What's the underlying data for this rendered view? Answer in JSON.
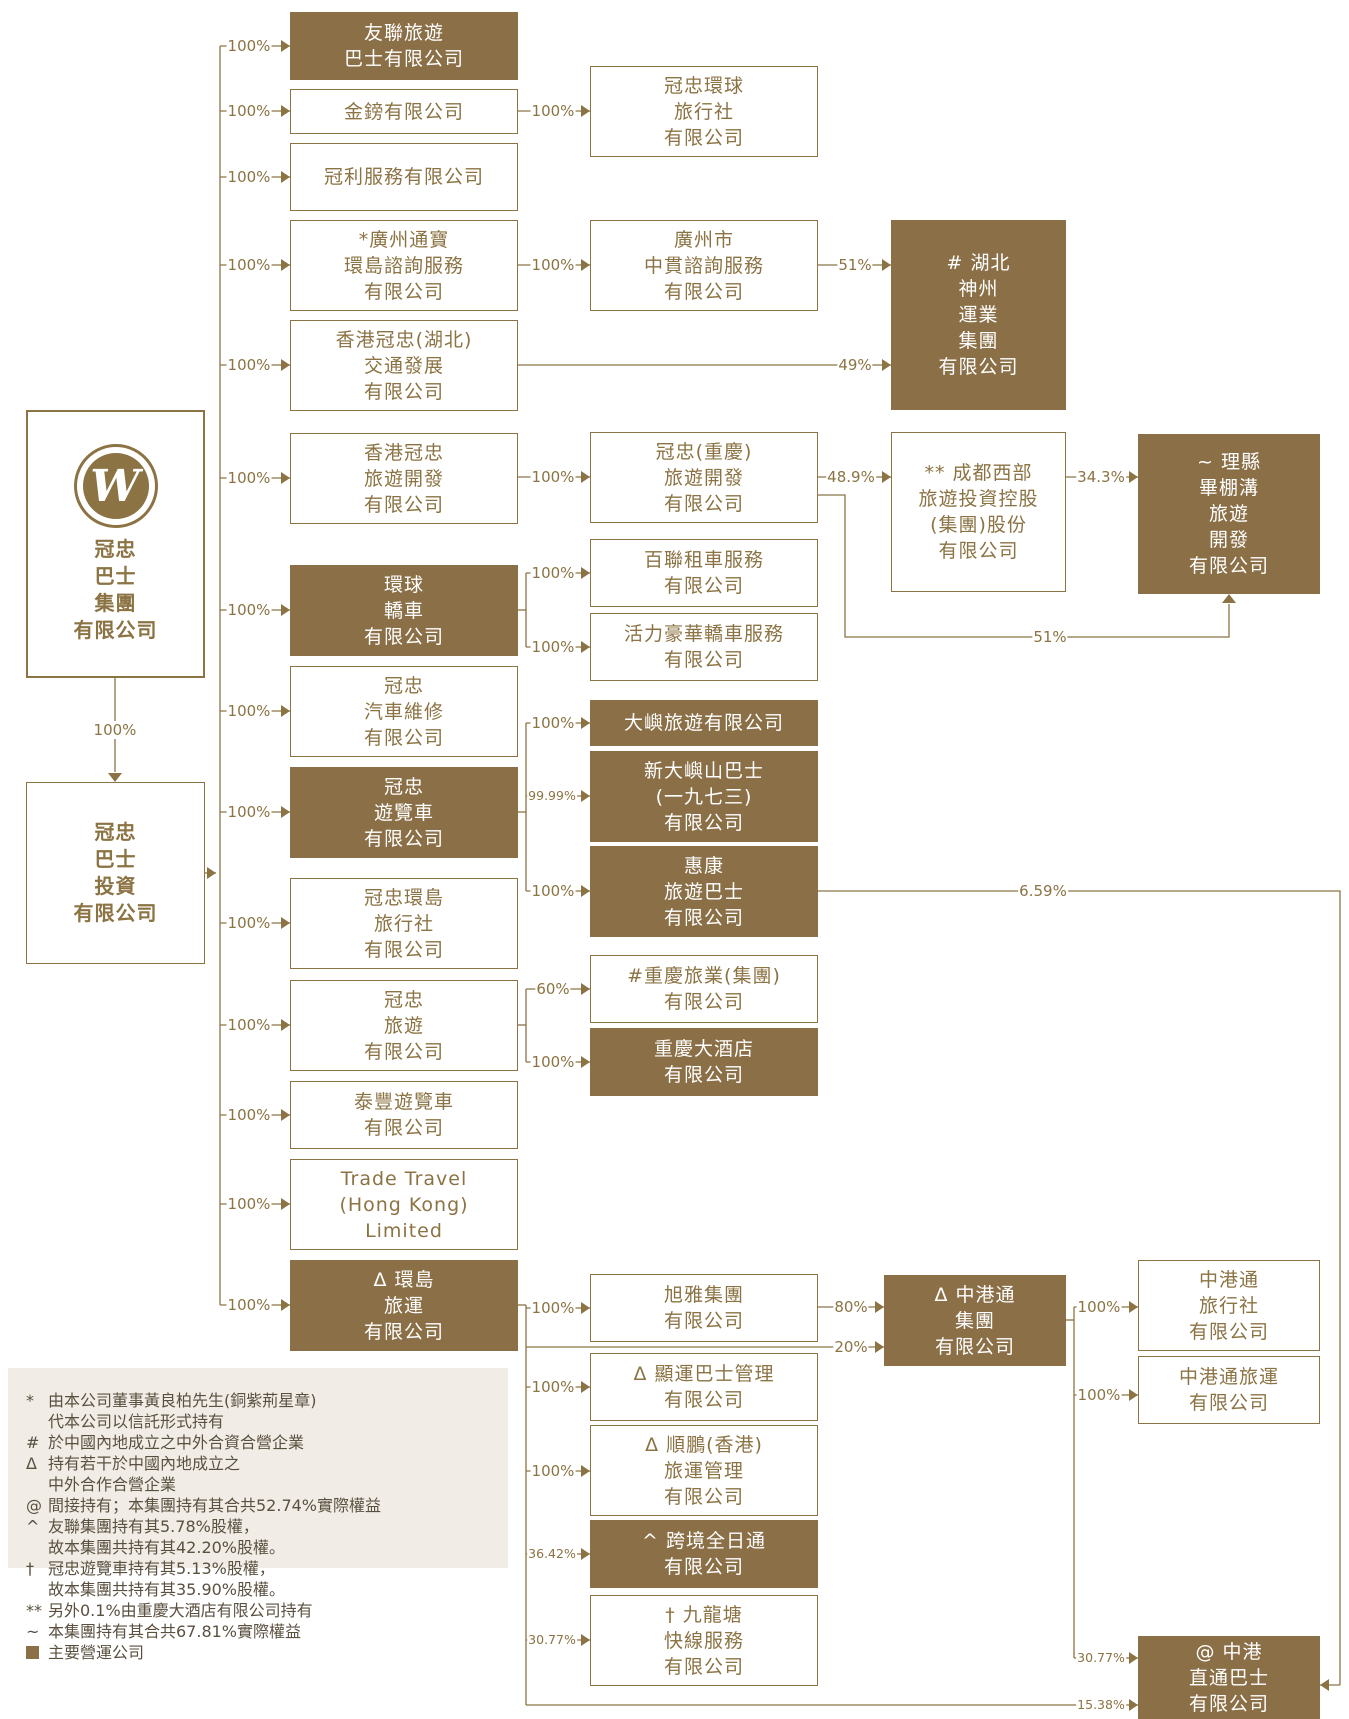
{
  "colors": {
    "accent": "#8b7343",
    "filled_box": "#8b6f47",
    "legend_bg": "#f1ede6"
  },
  "logo": {
    "icon": "w-logo-icon",
    "letter": "W"
  },
  "root": {
    "name": "冠忠\n巴士\n集團\n有限公司"
  },
  "root_to_invest_pct": "100%",
  "investment": {
    "name": "冠忠\n巴士\n投資\n有限公司"
  },
  "companies": {
    "yau_luen": "友聯旅遊\n巴士有限公司",
    "gold_pound": "金鎊有限公司",
    "kwoon_lee": "冠利服務有限公司",
    "guangzhou_tongbao": "*廣州通寶\n環島諮詢服務\n有限公司",
    "hk_kc_hubei": "香港冠忠(湖北)\n交通發展\n有限公司",
    "hk_kc_travel_dev": "香港冠忠\n旅遊開發\n有限公司",
    "global_limo": "環球\n轎車\n有限公司",
    "kc_motor_repair": "冠忠\n汽車維修\n有限公司",
    "kc_coach": "冠忠\n遊覽車\n有限公司",
    "kc_global_travel": "冠忠環島\n旅行社\n有限公司",
    "kc_travel": "冠忠\n旅遊\n有限公司",
    "tai_fung": "泰豐遊覽車\n有限公司",
    "trade_travel": "Trade Travel\n(Hong Kong)\nLimited",
    "global_transport": "Δ 環島\n旅運\n有限公司",
    "kc_global_agency": "冠忠環球\n旅行社\n有限公司",
    "gz_zhongguan": "廣州市\n中貫諮詢服務\n有限公司",
    "chongqing_dev": "冠忠(重慶)\n旅遊開發\n有限公司",
    "baak_luen": "百聯租車服務\n有限公司",
    "vigor_limo": "活力豪華轎車服務\n有限公司",
    "tai_yue": "大嶼旅遊有限公司",
    "new_lantao": "新大嶼山巴士\n(一九七三)\n有限公司",
    "wai_hong": "惠康\n旅遊巴士\n有限公司",
    "chongqing_travel": "#重慶旅業(集團)\n有限公司",
    "chongqing_hotel": "重慶大酒店\n有限公司",
    "xuya": "旭雅集團\n有限公司",
    "xianyun": "Δ 顯運巴士管理\n有限公司",
    "shunpeng": "Δ 順鵬(香港)\n旅運管理\n有限公司",
    "cross_border": "^ 跨境全日通\n有限公司",
    "kowloon_tong": "† 九龍塘\n快線服務\n有限公司",
    "hubei_shenzhou": "# 湖北\n神州\n運業\n集團\n有限公司",
    "chengdu": "** 成都西部\n旅遊投資控股\n(集團)股份\n有限公司",
    "bipengou": "~ 理縣\n畢棚溝\n旅遊\n開發\n有限公司",
    "zhonggangtong": "Δ 中港通\n集團\n有限公司",
    "zgt_travel": "中港通\n旅行社\n有限公司",
    "zgt_transport": "中港通旅運\n有限公司",
    "zgt_bus": "@ 中港\n直通巴士\n有限公司"
  },
  "percentages": {
    "yau_luen": "100%",
    "gold_pound": "100%",
    "kwoon_lee": "100%",
    "guangzhou_tongbao": "100%",
    "hk_kc_hubei": "100%",
    "hk_kc_travel_dev": "100%",
    "global_limo": "100%",
    "kc_motor_repair": "100%",
    "kc_coach": "100%",
    "kc_global_travel": "100%",
    "kc_travel": "100%",
    "tai_fung": "100%",
    "trade_travel": "100%",
    "global_transport": "100%",
    "kc_global_agency": "100%",
    "gz_zhongguan": "100%",
    "hubei_51": "51%",
    "hubei_49": "49%",
    "chongqing_dev": "100%",
    "chengdu": "48.9%",
    "bipengou_343": "34.3%",
    "bipengou_51": "51%",
    "baak_luen": "100%",
    "vigor_limo": "100%",
    "tai_yue": "100%",
    "new_lantao": "99.99%",
    "wai_hong": "100%",
    "wai_hong_zgt": "6.59%",
    "chongqing_travel": "60%",
    "chongqing_hotel": "100%",
    "xuya": "100%",
    "xianyun": "100%",
    "shunpeng": "100%",
    "cross_border": "36.42%",
    "kowloon_tong": "30.77%",
    "zgt_80": "80%",
    "zgt_20": "20%",
    "zgt_travel": "100%",
    "zgt_transport": "100%",
    "zgt_bus_3077": "30.77%",
    "zgt_bus_1538": "15.38%"
  },
  "legend": [
    {
      "symbol": "*",
      "text": "由本公司董事黃良柏先生(銅紫荊星章)\n代本公司以信託形式持有"
    },
    {
      "symbol": "#",
      "text": "於中國內地成立之中外合資合營企業"
    },
    {
      "symbol": "Δ",
      "text": "持有若干於中國內地成立之\n中外合作合營企業"
    },
    {
      "symbol": "@",
      "text": "間接持有；本集團持有其合共52.74%實際權益"
    },
    {
      "symbol": "^",
      "text": "友聯集團持有其5.78%股權，\n故本集團共持有其42.20%股權。"
    },
    {
      "symbol": "†",
      "text": "冠忠遊覽車持有其5.13%股權，\n故本集團共持有其35.90%股權。"
    },
    {
      "symbol": "**",
      "text": "另外0.1%由重慶大酒店有限公司持有"
    },
    {
      "symbol": "~",
      "text": "本集團持有其合共67.81%實際權益"
    },
    {
      "symbol": "",
      "text": "主要營運公司"
    }
  ]
}
